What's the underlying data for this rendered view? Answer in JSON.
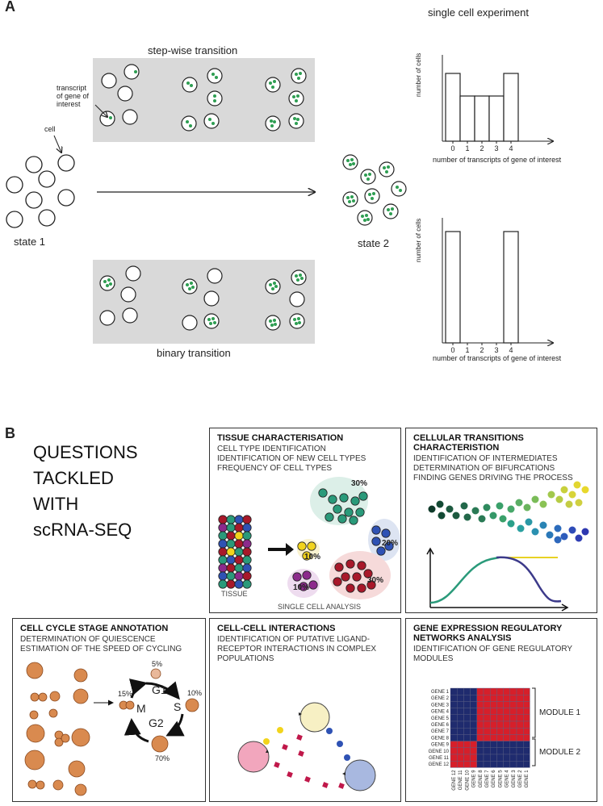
{
  "part_a": {
    "label": "A",
    "stepwise_title": "step-wise transition",
    "binary_title": "binary transition",
    "transcript_label": [
      "transcript",
      "of gene of",
      "interest"
    ],
    "cell_label": "cell",
    "state1": "state 1",
    "state2": "state 2",
    "experiment_title": "single cell experiment"
  },
  "chart_data": [
    {
      "type": "bar",
      "categories": [
        "0",
        "1",
        "2",
        "3",
        "4"
      ],
      "values": [
        3,
        2,
        2,
        2,
        3
      ],
      "xlabel": "number of transcripts of gene of interest",
      "ylabel": "number of cells",
      "title": "single cell experiment"
    },
    {
      "type": "bar",
      "categories": [
        "0",
        "1",
        "2",
        "3",
        "4"
      ],
      "values": [
        3,
        0,
        0,
        0,
        3
      ],
      "xlabel": "number of transcripts of gene of interest",
      "ylabel": "number of cells"
    }
  ],
  "part_b": {
    "label": "B",
    "questions": [
      "QUESTIONS",
      "TACKLED",
      "WITH",
      "scRNA-SEQ"
    ],
    "tissue": {
      "title": "TISSUE CHARACTERISATION",
      "lines": [
        "CELL TYPE IDENTIFICATION",
        "IDENTIFICATION OF NEW CELL TYPES",
        "FREQUENCY OF CELL TYPES"
      ],
      "tissue_label": "TISSUE",
      "analysis_label": "SINGLE CELL ANALYSIS",
      "pcts": [
        "30%",
        "20%",
        "10%",
        "10%",
        "30%"
      ]
    },
    "transitions": {
      "title": [
        "CELLULAR TRANSITIONS",
        "CHARACTERISTION"
      ],
      "lines": [
        "IDENTIFICATION OF INTERMEDIATES",
        "DETERMINATION OF BIFURCATIONS",
        "FINDING GENES DRIVING THE PROCESS"
      ]
    },
    "cellcycle": {
      "title": "CELL CYCLE STAGE ANNOTATION",
      "lines": [
        "DETERMINATION OF QUIESCENCE",
        "ESTIMATION OF THE SPEED OF CYCLING"
      ],
      "phases": [
        "G1",
        "S",
        "G2",
        "M"
      ],
      "pcts": [
        "5%",
        "10%",
        "70%",
        "15%"
      ]
    },
    "interactions": {
      "title": "CELL-CELL INTERACTIONS",
      "lines": [
        "IDENTIFICATION OF PUTATIVE LIGAND-",
        "RECEPTOR INTERACTIONS IN COMPLEX",
        "POPULATIONS"
      ]
    },
    "regulatory": {
      "title": [
        "GENE EXPRESSION REGULATORY",
        "NETWORKS ANALYSIS"
      ],
      "lines": [
        "IDENTIFICATION OF GENE REGULATORY",
        "MODULES"
      ],
      "row_labels": [
        "GENE 1",
        "GENE 2",
        "GENE 3",
        "GENE 4",
        "GENE 5",
        "GENE 6",
        "GENE 7",
        "GENE 8",
        "GENE 9",
        "GENE 10",
        "GENE 11",
        "GENE 12"
      ],
      "col_labels": [
        "GENE 12",
        "GENE 11",
        "GENE 10",
        "GENE 9",
        "GENE 8",
        "GENE 7",
        "GENE 6",
        "GENE 5",
        "GENE 4",
        "GENE 3",
        "GENE 2",
        "GENE 1"
      ],
      "modules": [
        "MODULE 1",
        "MODULE 2"
      ]
    }
  }
}
